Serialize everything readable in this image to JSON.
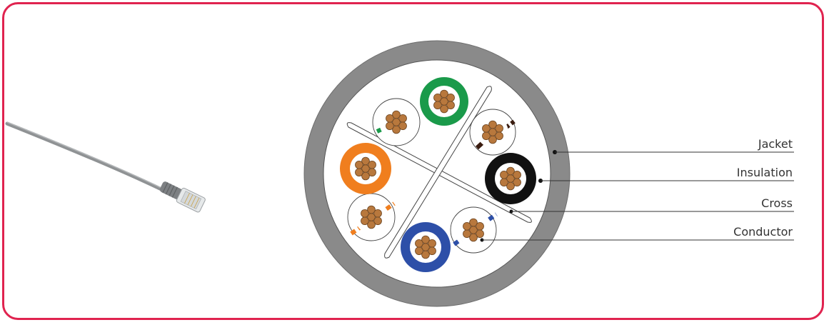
{
  "labels": {
    "jacket": "Jacket",
    "insulation": "Insulation",
    "cross": "Cross",
    "conductor": "Conductor"
  },
  "colors": {
    "frame": "#e0234f",
    "jacket": "#8a8a8a",
    "copper": "#b8783d",
    "green": "#1a9a4a",
    "orange": "#f07e1e",
    "blue": "#2d4fa8",
    "black": "#111111",
    "brown": "#3a1c10"
  },
  "pairs": [
    {
      "name": "green-pair",
      "solid": "green",
      "stripe": "green"
    },
    {
      "name": "brown-pair",
      "solid": "black",
      "stripe": "brown"
    },
    {
      "name": "blue-pair",
      "solid": "blue",
      "stripe": "blue"
    },
    {
      "name": "orange-pair",
      "solid": "orange",
      "stripe": "orange"
    }
  ]
}
